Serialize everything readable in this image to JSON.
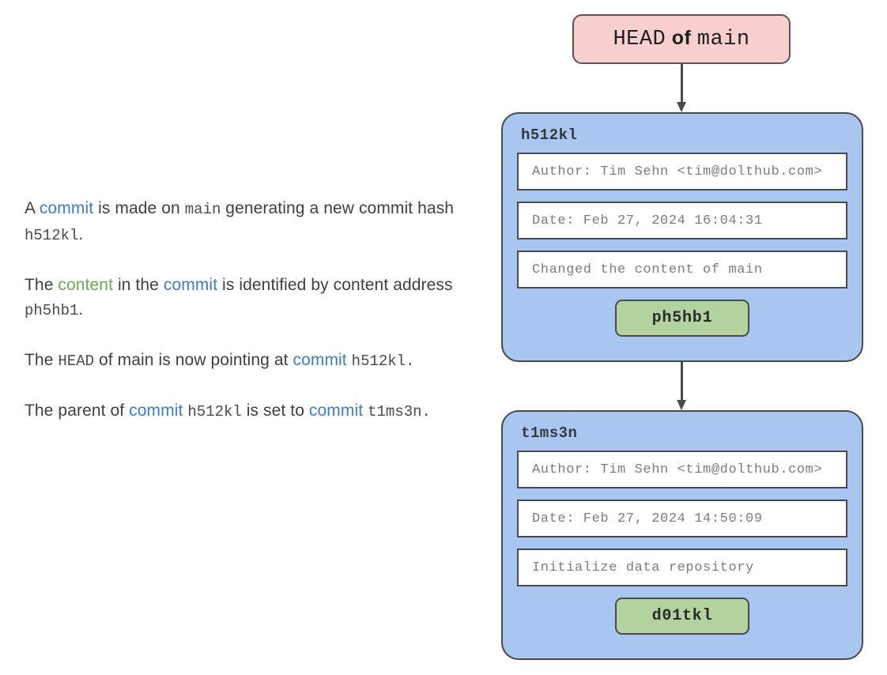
{
  "head_pointer": {
    "label_prefix": "HEAD",
    "label_middle": " of ",
    "label_suffix": "main",
    "fill_color": "#f7cfcf",
    "border_color": "#5c5353"
  },
  "colors": {
    "commit_link": "#3d7bdb",
    "content_link": "#6aa84f",
    "commit_card_fill": "#a8c6ef",
    "content_pill_fill": "#b2d3a0",
    "head_fill": "#f7cfcf",
    "stroke": "#4a4a4a"
  },
  "prose": {
    "paragraphs": [
      {
        "id": "p1",
        "runs": [
          {
            "text": "A ",
            "style": "plain"
          },
          {
            "text": "commit",
            "style": "commit"
          },
          {
            "text": " is made on ",
            "style": "plain"
          },
          {
            "text": "main",
            "style": "mono"
          },
          {
            "text": " generating a new commit hash ",
            "style": "plain"
          },
          {
            "text": "h512kl",
            "style": "mono"
          },
          {
            "text": ".",
            "style": "plain"
          }
        ]
      },
      {
        "id": "p2",
        "runs": [
          {
            "text": "The ",
            "style": "plain"
          },
          {
            "text": "content",
            "style": "content"
          },
          {
            "text": " in the ",
            "style": "plain"
          },
          {
            "text": "commit",
            "style": "commit"
          },
          {
            "text": " is identified by content address ",
            "style": "plain"
          },
          {
            "text": "ph5hb1",
            "style": "mono"
          },
          {
            "text": ".",
            "style": "plain"
          }
        ]
      },
      {
        "id": "p3",
        "runs": [
          {
            "text": "The ",
            "style": "plain"
          },
          {
            "text": "HEAD",
            "style": "mono"
          },
          {
            "text": " of main is now pointing at ",
            "style": "plain"
          },
          {
            "text": "commit",
            "style": "commit"
          },
          {
            "text": " ",
            "style": "plain"
          },
          {
            "text": "h512kl",
            "style": "mono"
          },
          {
            "text": ".",
            "style": "mono"
          }
        ]
      },
      {
        "id": "p4",
        "runs": [
          {
            "text": "The parent of ",
            "style": "plain"
          },
          {
            "text": "commit",
            "style": "commit"
          },
          {
            "text": " ",
            "style": "plain"
          },
          {
            "text": "h512kl",
            "style": "mono"
          },
          {
            "text": " is set to ",
            "style": "plain"
          },
          {
            "text": "commit",
            "style": "commit"
          },
          {
            "text": " ",
            "style": "plain"
          },
          {
            "text": "t1ms3n",
            "style": "mono"
          },
          {
            "text": ".",
            "style": "mono"
          }
        ]
      }
    ]
  },
  "commits": [
    {
      "hash": "h512kl",
      "author": "Author: Tim Sehn <tim@dolthub.com>",
      "date": "Date: Feb 27, 2024 16:04:31",
      "message": "Changed the content of main",
      "content_address": "ph5hb1"
    },
    {
      "hash": "t1ms3n",
      "author": "Author: Tim Sehn <tim@dolthub.com>",
      "date": "Date: Feb 27, 2024 14:50:09",
      "message": "Initialize data repository",
      "content_address": "d01tkl"
    }
  ],
  "arrows": [
    {
      "id": "head-to-commit1",
      "from": "head_pointer",
      "to": "h512kl",
      "direction": "down"
    },
    {
      "id": "commit1-to-commit2",
      "from": "h512kl",
      "to": "t1ms3n",
      "direction": "down"
    }
  ]
}
